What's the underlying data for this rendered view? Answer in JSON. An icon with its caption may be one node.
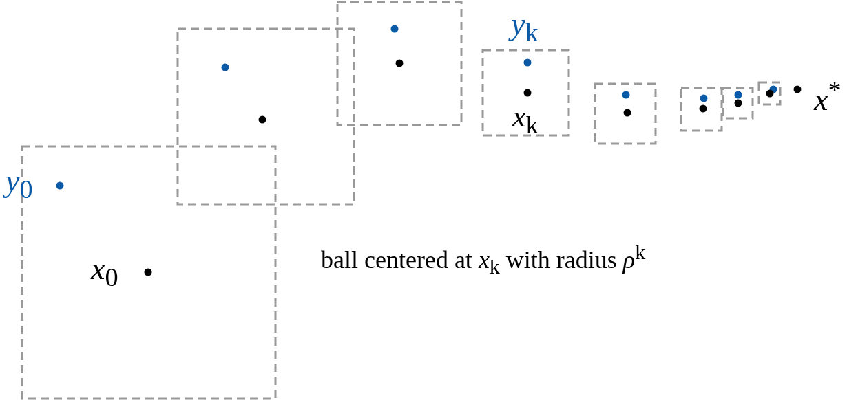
{
  "diagram": {
    "labels": [
      "*y*$_{k}$",
      "*x*$^{*}$",
      "*x*$_{k}$",
      "*y*$_{0}$",
      "*x*$_{0}$",
      "ball centered at *x*$_{k}$ with radius *ρ*$^{k}$"
    ]
  }
}
